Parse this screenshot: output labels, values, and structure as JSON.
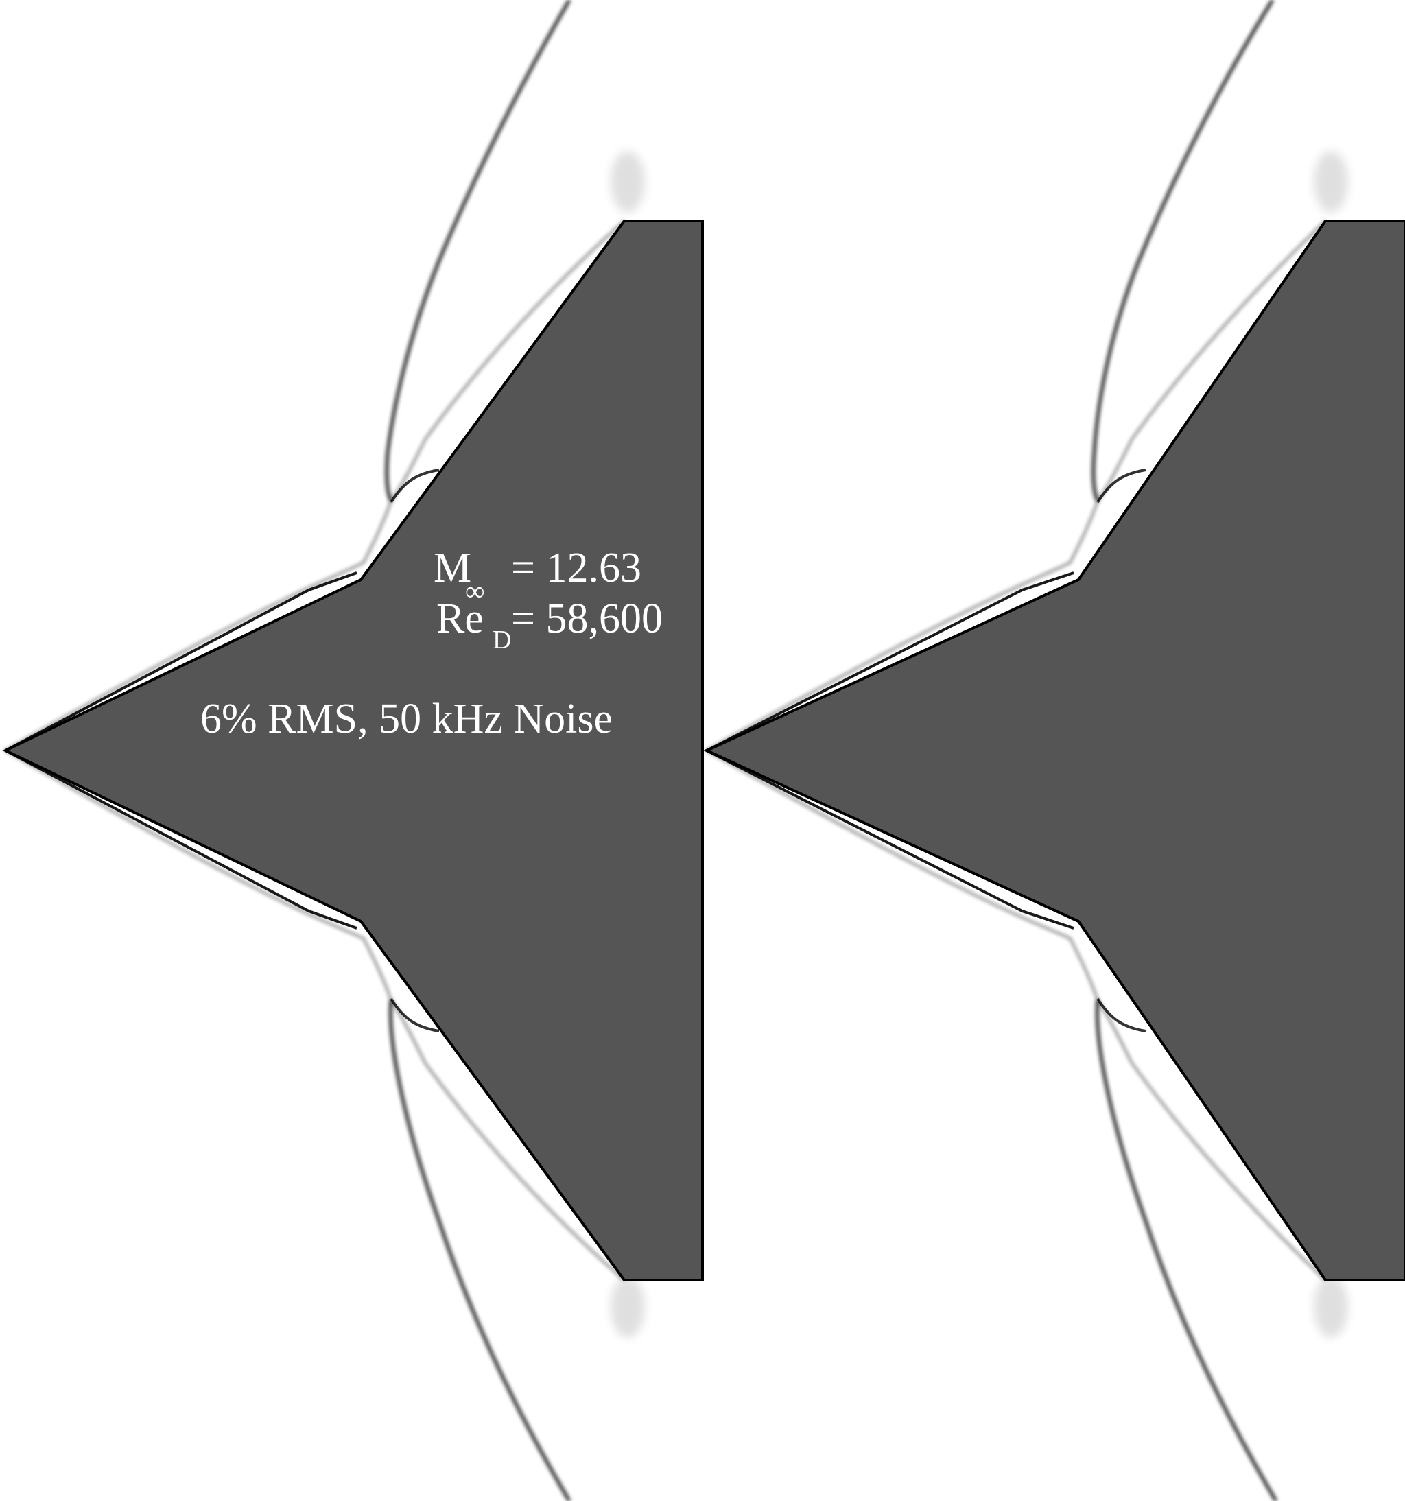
{
  "annotation": {
    "mach_symbol": "M",
    "mach_subscript": "∞",
    "mach_value": "= 12.63",
    "reynolds_symbol": "Re",
    "reynolds_subscript": "D",
    "reynolds_value": "= 58,600",
    "noise_label": "6% RMS, 50 kHz Noise"
  },
  "colors": {
    "background": "#ffffff",
    "body": "#555555",
    "shock": "#000000",
    "label": "#ffffff"
  }
}
